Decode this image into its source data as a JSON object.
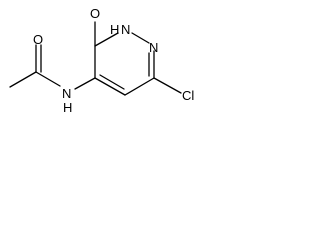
{
  "molecule": {
    "atoms": {
      "carbonyl_oxygen_left": "O",
      "amide_nitrogen": "N",
      "amide_hydrogen": "H",
      "ring_hydroxy_oxygen": "O",
      "ring_nitrogen_1": "N",
      "ring_hydrogen": "H",
      "ring_nitrogen_2": "N",
      "chlorine": "Cl"
    }
  }
}
